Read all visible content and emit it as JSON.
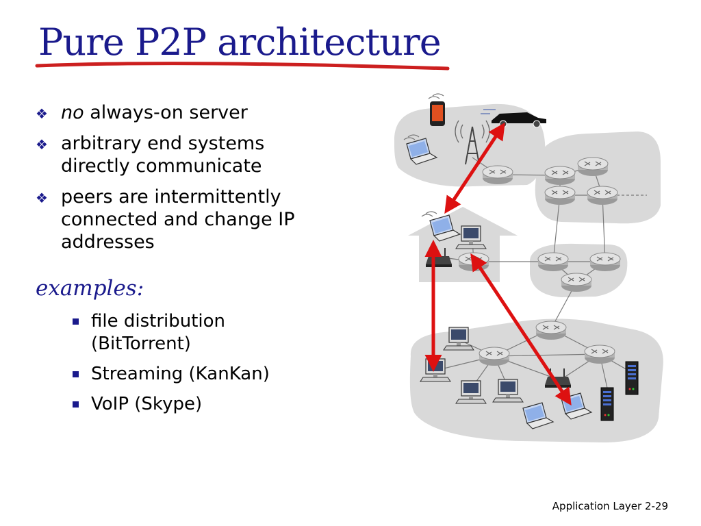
{
  "slide": {
    "title": "Pure P2P architecture",
    "bullets": [
      {
        "prefix": "no",
        "text": " always-on server"
      },
      {
        "text": "arbitrary end systems directly communicate"
      },
      {
        "text": "peers are intermittently connected and change IP addresses"
      }
    ],
    "examples_heading": "examples:",
    "examples": [
      "file distribution (BitTorrent)",
      "Streaming (KanKan)",
      "VoIP (Skype)"
    ],
    "footer": "Application Layer 2-29"
  },
  "colors": {
    "title": "#1a1a8c",
    "underline": "#cc1f1f",
    "arrow": "#dd1111",
    "cloud": "#d9d9d9"
  },
  "diagram": {
    "icons": [
      "smartphone-icon",
      "car-icon",
      "cell-tower-icon",
      "laptop-icon",
      "desktop-icon",
      "router-icon",
      "wireless-router-icon",
      "server-rack-icon",
      "house-icon"
    ]
  }
}
